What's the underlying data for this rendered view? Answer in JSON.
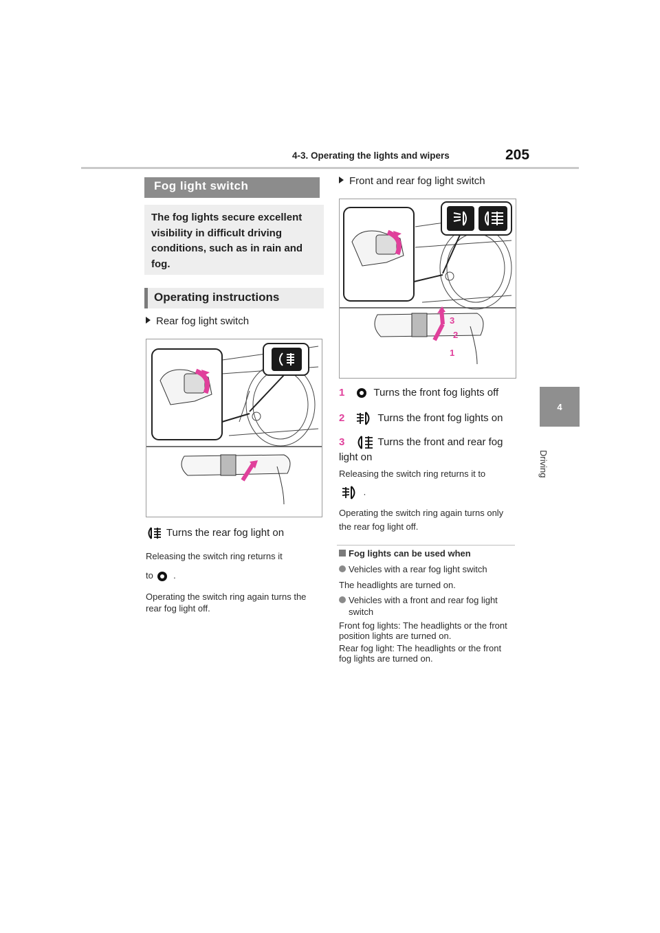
{
  "header": {
    "section_title": "4-3. Operating the lights and wipers",
    "page_number": "205"
  },
  "side_tab": {
    "chapter_number": "4",
    "chapter_label": "Driving"
  },
  "left": {
    "section_heading": "Fog light switch",
    "intro": "The fog lights secure excellent visibility in difficult driving conditions, such as in rain and fog.",
    "sub_heading": "Operating instructions",
    "item_title": "Rear fog light switch",
    "caption": "Turns the rear fog light on",
    "note1_a": "Releasing the switch ring returns it",
    "note1_b": "to",
    "note1_c": ".",
    "note2": "Operating the switch ring again turns the rear fog light off."
  },
  "right": {
    "item_title": "Front and rear fog light switch",
    "figure_labels": [
      "3",
      "2",
      "1"
    ],
    "steps": [
      {
        "num": "1",
        "text": "Turns the front fog lights off"
      },
      {
        "num": "2",
        "text": "Turns the front fog lights on"
      },
      {
        "num": "3",
        "text": "Turns the front and rear fog light on"
      }
    ],
    "note1_a": "Releasing the switch ring returns it to",
    "note1_b": ".",
    "note2": "Operating the switch ring again turns only the rear fog light off.",
    "subsection_title": "Fog lights can be used when",
    "bullet1": "Vehicles with a rear fog light switch",
    "bullet1_text": "The headlights are turned on.",
    "bullet2": "Vehicles with a front and rear fog light switch",
    "bullet2_text_1": "Front fog lights: The headlights or the front position lights are turned on.",
    "bullet2_text_2": "Rear fog light: The headlights or the front fog lights are turned on."
  },
  "colors": {
    "accent_pink": "#e0409b",
    "heading_gray": "#8c8c8c",
    "band_gray": "#eeeeee"
  },
  "icons": [
    "rear-fog-light-icon",
    "front-fog-light-icon",
    "off-circle-icon"
  ]
}
